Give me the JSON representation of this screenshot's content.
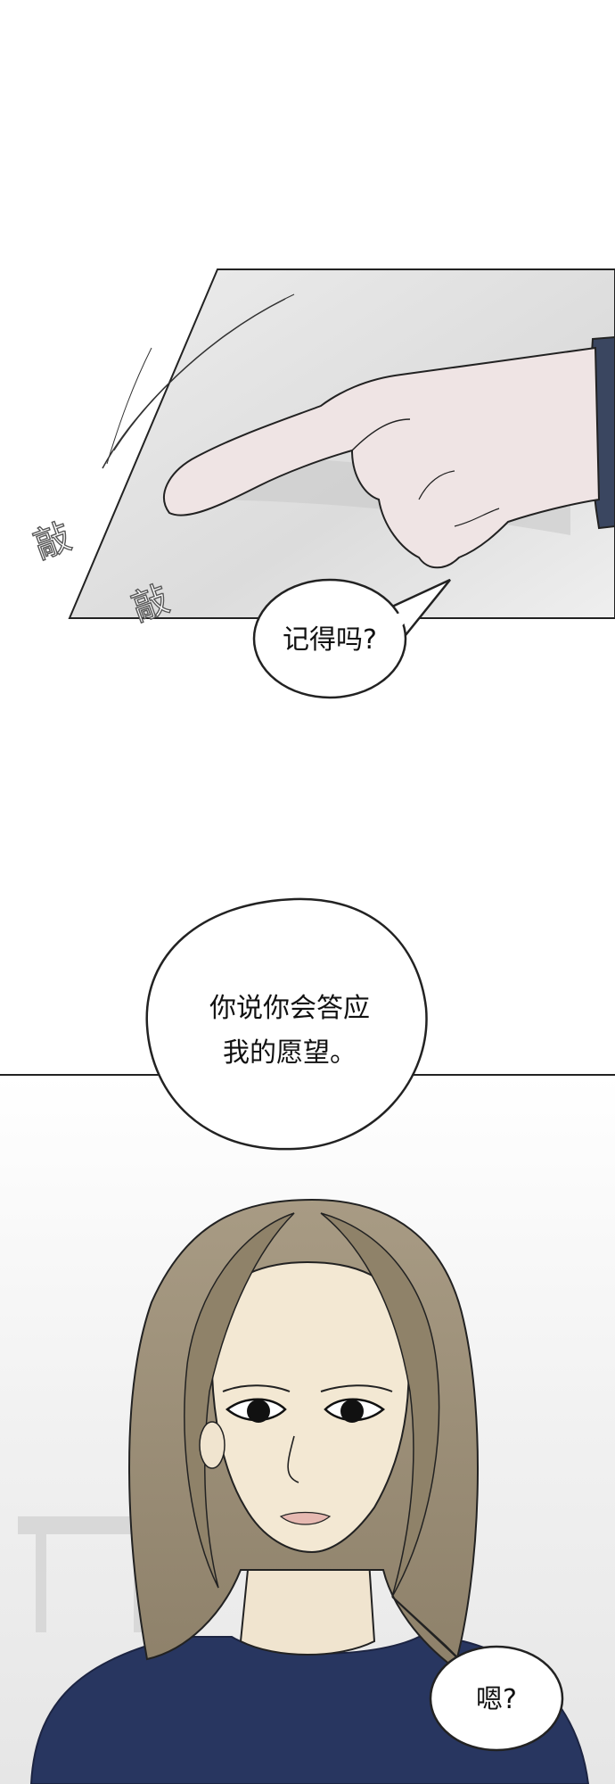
{
  "panel1": {
    "sfx": [
      "敲",
      "敲"
    ],
    "bubble": "记得吗?"
  },
  "panel2": {
    "bubble_lines": [
      "你说你会答应",
      "我的愿望。"
    ],
    "small_bubble": "嗯?"
  }
}
